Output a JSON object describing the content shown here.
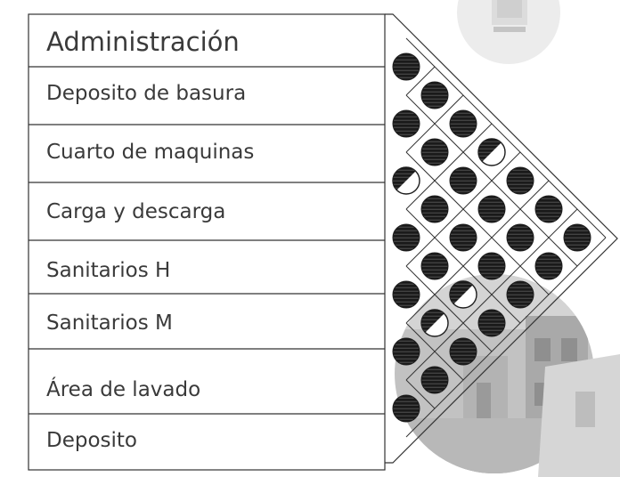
{
  "matrix": {
    "title": "Administración",
    "rows": [
      "Deposito de basura",
      "Cuarto de maquinas",
      "Carga y descarga",
      "Sanitarios H",
      "Sanitarios M",
      "Área de lavado",
      "Deposito"
    ],
    "legend_meaning": {
      "full": "full circle",
      "half": "half-filled circle",
      "empty": "no mark"
    },
    "relations": [
      [
        "full",
        "full",
        "full",
        "half",
        "full",
        "full",
        "full"
      ],
      [
        "full",
        "full",
        "full",
        "full",
        "full",
        "full"
      ],
      [
        "half",
        "full",
        "full",
        "full",
        "full"
      ],
      [
        "full",
        "full",
        "half",
        "full"
      ],
      [
        "full",
        "half",
        "full"
      ],
      [
        "full",
        "full"
      ],
      [
        "full"
      ]
    ]
  },
  "colors": {
    "lines": "#333333",
    "marks": "#1c1c1c",
    "text": "#3a3a3a",
    "background_photo": "#bcbcbc"
  }
}
